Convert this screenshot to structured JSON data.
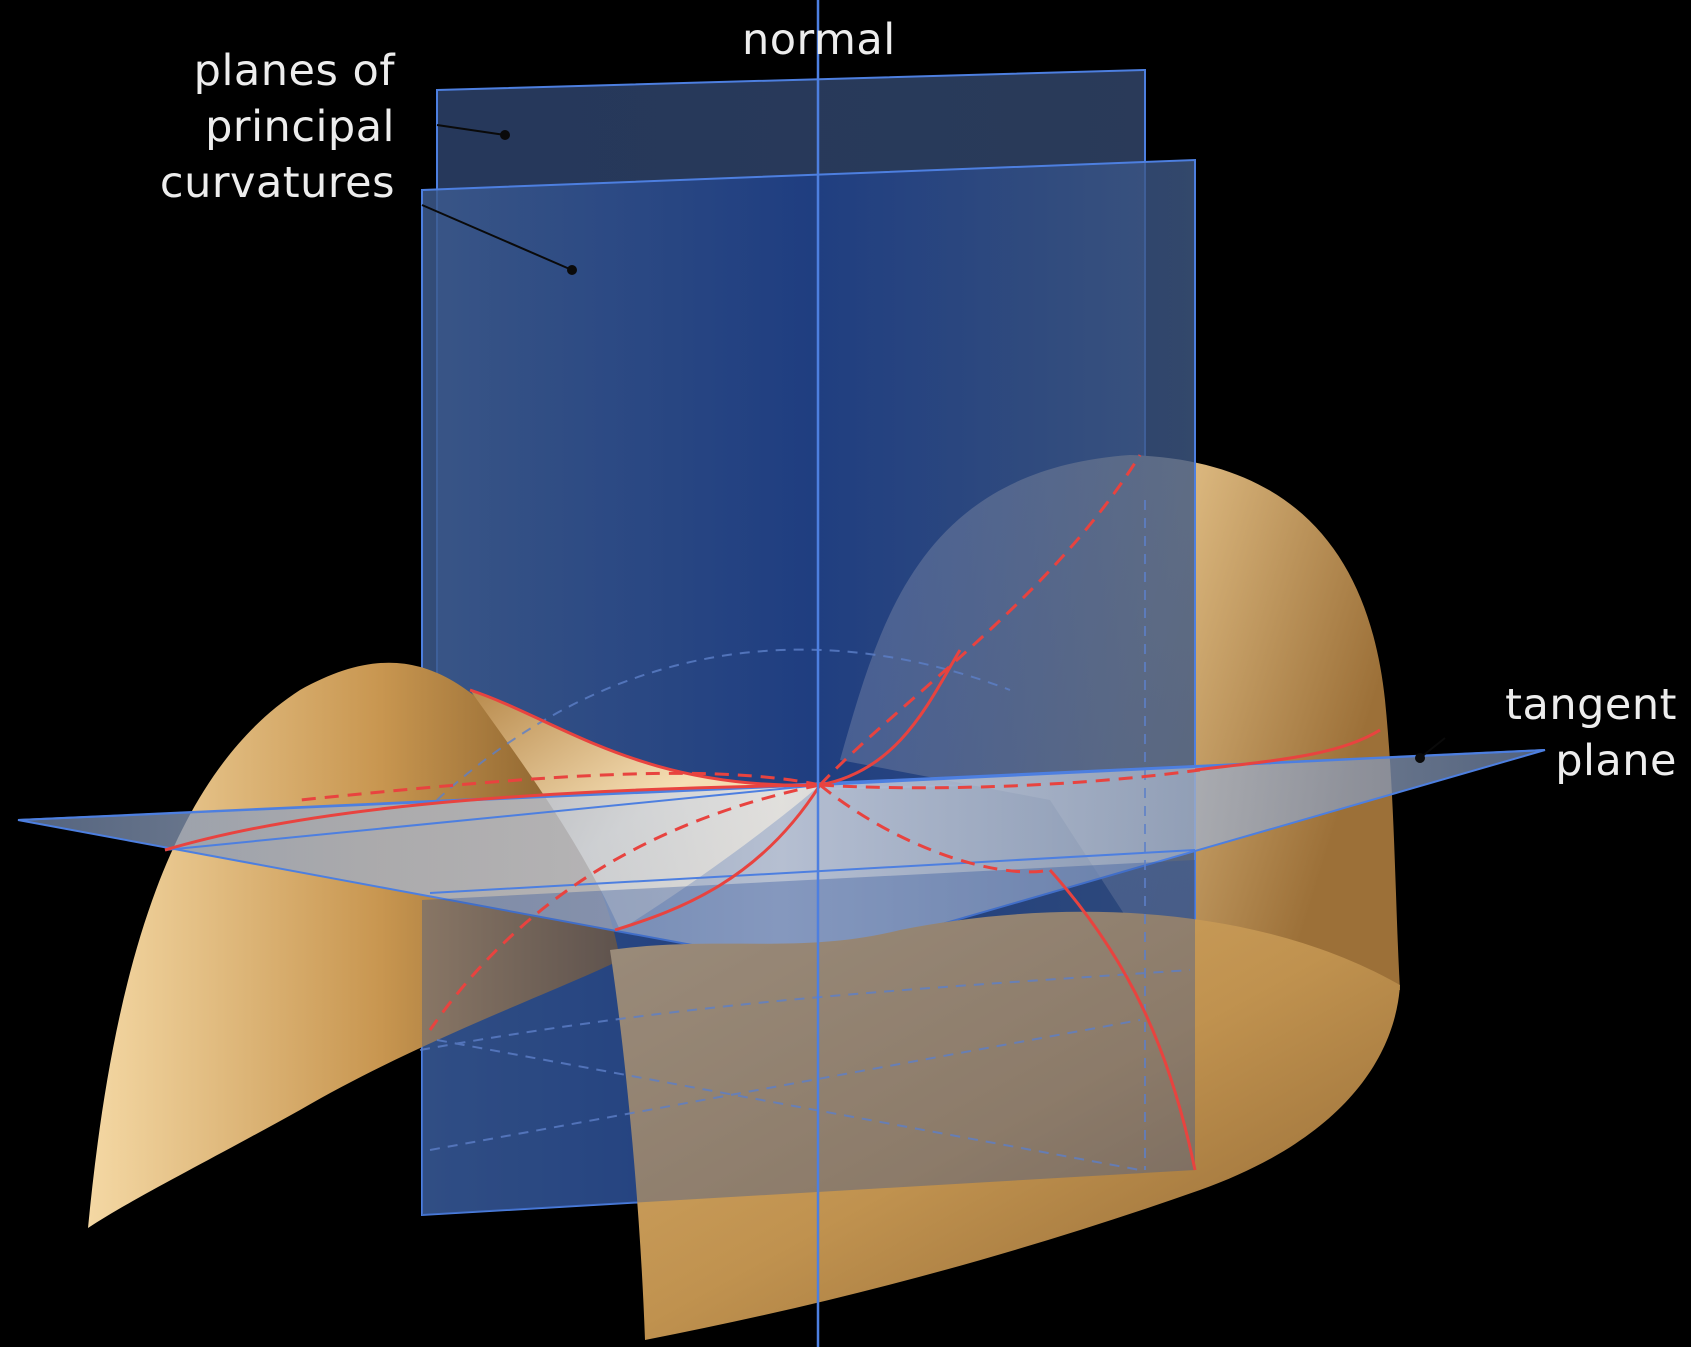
{
  "labels": {
    "normal": "normal",
    "planes": [
      "planes of",
      "principal",
      "curvatures"
    ],
    "tangent": [
      "tangent",
      "plane"
    ]
  },
  "colors": {
    "background": "#000000",
    "surface_light": "#f6ddb3",
    "surface_mid": "#d4a662",
    "surface_dark": "#8a6330",
    "principal_plane": "#2f4f86",
    "tangent_plane": "#9aaac2",
    "plane_edge": "#4d7fe0",
    "curvature_curve": "#e8433f",
    "label_text": "#ededed"
  },
  "diagram": {
    "subject": "saddle surface with normal line, tangent plane and two planes of principal curvatures",
    "curves": [
      "principal-curve-1",
      "principal-curve-2"
    ]
  }
}
